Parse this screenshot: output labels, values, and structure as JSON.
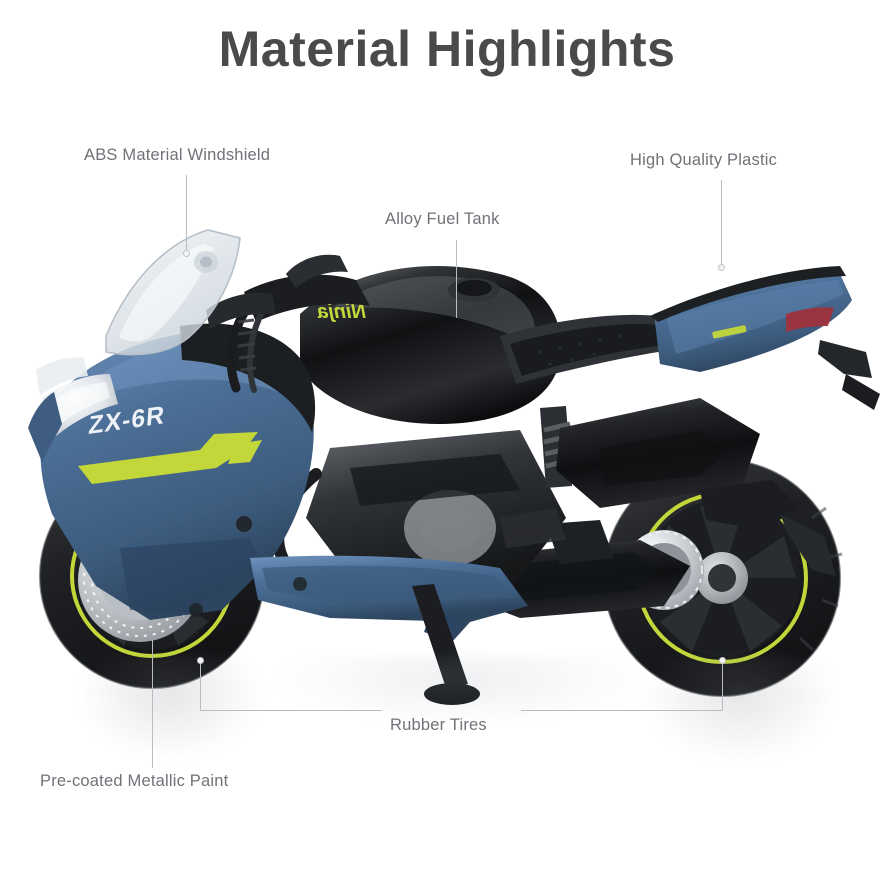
{
  "page": {
    "background_color": "#ffffff",
    "title": "Material Highlights",
    "title_color": "#4a4a4a"
  },
  "callouts": [
    {
      "id": "windshield",
      "label": "ABS Material Windshield",
      "target": "front-windscreen"
    },
    {
      "id": "fuel_tank",
      "label": "Alloy Fuel Tank",
      "target": "fuel-tank"
    },
    {
      "id": "plastic",
      "label": "High Quality Plastic",
      "target": "rear-tail-fairing"
    },
    {
      "id": "tires",
      "label": "Rubber Tires",
      "target": "front-and-rear-tires"
    },
    {
      "id": "paint",
      "label": "Pre-coated Metallic Paint",
      "target": "front-wheel-rim"
    }
  ],
  "label_color": "#6f7277",
  "leader_line_color": "#b9bcc0",
  "product": {
    "kind": "die-cast motorcycle model",
    "model_decal": "ZX-6R",
    "brand_decal": "Ninja",
    "view": "left side profile",
    "colors": {
      "fairing_blue": "#4a6e96",
      "body_black": "#1a1b1d",
      "accent_lime": "#c8dc32",
      "tire_black": "#222326",
      "chrome": "#d7dade",
      "windshield_clear": "#e6eaee",
      "taillight_red": "#a33038"
    },
    "parts": [
      "clear ABS windscreen",
      "blue metallic front fairing",
      "black alloy fuel tank",
      "black textured seat",
      "blue rear tail fairing",
      "red tail light",
      "black engine block",
      "chrome front brake discs",
      "chrome rear sprocket and chain",
      "black wheels with lime rim stripes",
      "black side kickstand"
    ]
  }
}
